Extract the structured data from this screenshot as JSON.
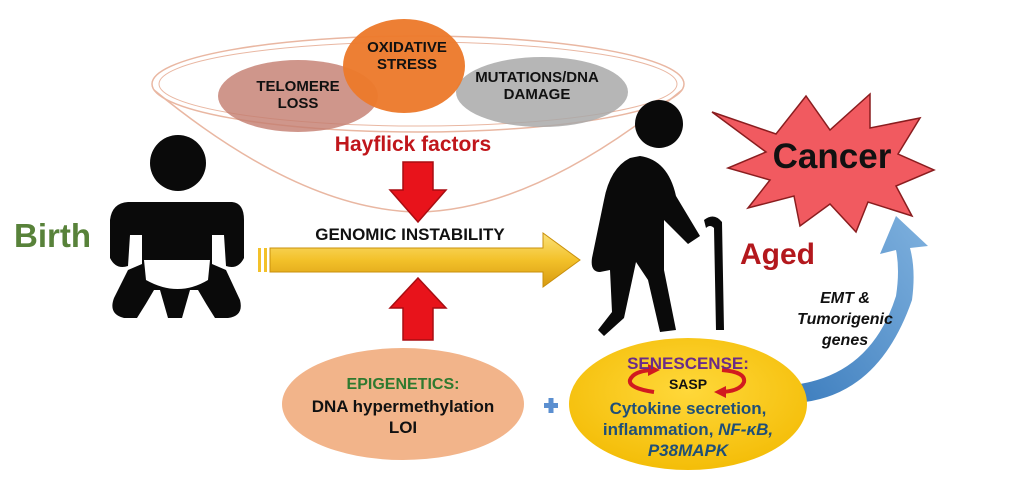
{
  "hayflick": {
    "telomere": "TELOMERE LOSS",
    "oxidative": "OXIDATIVE STRESS",
    "mutations": "MUTATIONS/DNA DAMAGE",
    "label": "Hayflick factors"
  },
  "center": {
    "genomic": "GENOMIC INSTABILITY",
    "birth": "Birth",
    "aged": "Aged"
  },
  "cancer": {
    "label": "Cancer",
    "path_label": "EMT & Tumorigenic genes"
  },
  "epigenetics": {
    "title": "EPIGENETICS:",
    "line1": "DNA hypermethylation",
    "line2": "LOI"
  },
  "senescence": {
    "title": "SENESCENSE:",
    "sasp": "SASP",
    "line1": "Cytokine secretion,",
    "line2_prefix": "inflammation, ",
    "line2_italic": "NF-κB,",
    "line3": "P38MAPK"
  },
  "colors": {
    "birth": "#58823a",
    "aged": "#b3181d",
    "hayflick": "#c0161b",
    "oxidative": "#e8823a",
    "telomere": "#c8867a",
    "mutations": "#b0b0b0",
    "epigenetics_bubble": "#f2b48a",
    "senescence_bubble": "#f5c400",
    "cancer_star": "#f15a60",
    "arrow_down": "#e8131b",
    "arrow_main": "#f0c030",
    "curve_arrow": "#4f8fc8"
  }
}
